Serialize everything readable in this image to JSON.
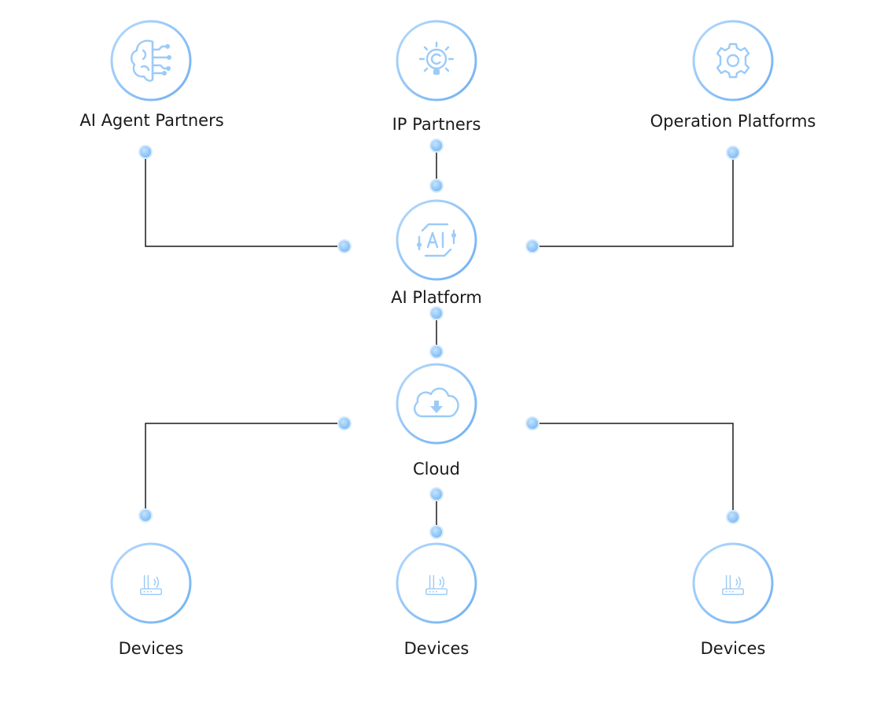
{
  "colors": {
    "ring": "#7ab8f5",
    "ring_light": "#b5dafb",
    "icon": "#9ccbf7",
    "dot": "#86c2f7",
    "line": "#1a1a1a",
    "text": "#1a1a1a",
    "background": "#ffffff"
  },
  "nodes": {
    "ai_agent_partners": {
      "label": "AI Agent Partners",
      "icon": "brain-circuit-icon"
    },
    "ip_partners": {
      "label": "IP Partners",
      "icon": "lightbulb-copyright-icon"
    },
    "operation_platforms": {
      "label": "Operation Platforms",
      "icon": "gear-icon"
    },
    "ai_platform": {
      "label": "AI Platform",
      "icon": "ai-chip-icon"
    },
    "cloud": {
      "label": "Cloud",
      "icon": "cloud-download-icon"
    },
    "devices_left": {
      "label": "Devices",
      "icon": "router-icon"
    },
    "devices_center": {
      "label": "Devices",
      "icon": "router-icon"
    },
    "devices_right": {
      "label": "Devices",
      "icon": "router-icon"
    }
  }
}
